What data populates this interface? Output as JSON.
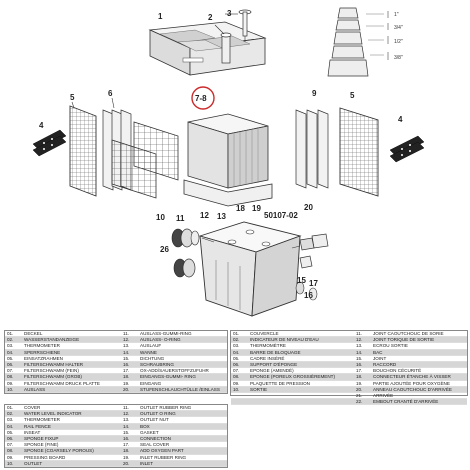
{
  "callouts": {
    "c1": "1",
    "c2": "2",
    "c3": "3",
    "c4a": "4",
    "c4b": "4",
    "c5a": "5",
    "c5b": "5",
    "c6": "6",
    "c78": "7-8",
    "c9": "9",
    "c10": "10",
    "c11": "11",
    "c12": "12",
    "c13": "13",
    "c15": "15",
    "c16": "16",
    "c17": "17",
    "c18": "18",
    "c19": "19",
    "c20": "20",
    "c26": "26",
    "model": "50107-02"
  },
  "fittings": {
    "f1": "1\"",
    "f2": "3/4\"",
    "f3": "1/2\"",
    "f4": "3/8\""
  },
  "colors": {
    "highlight": "#cc2b2b",
    "line": "#333333",
    "fill_light": "#eeeeee",
    "stripe": "#d6d6d6"
  },
  "table_german": {
    "left": [
      [
        "01.",
        "DECKEL"
      ],
      [
        "02.",
        "WASSERSTANDANZEIGE"
      ],
      [
        "03.",
        "THERMOMETER"
      ],
      [
        "04.",
        "SPERRSCHIENE"
      ],
      [
        "05.",
        "EINSATZRAHMEN"
      ],
      [
        "06.",
        "FILTERSCHWAMM HALTER"
      ],
      [
        "07.",
        "FILTERSCHWAMM (FEIN)"
      ],
      [
        "08.",
        "FILTERSCHWAMM (GROB)"
      ],
      [
        "09.",
        "FILTERSCHWAMM DRUCK PLATTE"
      ],
      [
        "10.",
        "AUSLASS"
      ]
    ],
    "right": [
      [
        "11.",
        "AUSLASS-GUMMI-RING"
      ],
      [
        "12.",
        "AUSLASS- O-RING"
      ],
      [
        "13.",
        "AUSLAUF"
      ],
      [
        "14.",
        "WANNE"
      ],
      [
        "15.",
        "DICHTUNG"
      ],
      [
        "16.",
        "SCHRAUBRING"
      ],
      [
        "17.",
        "OX-ADD/SAUERSTOFFZUFUHR"
      ],
      [
        "18.",
        "EINGANGS-GUMMI- RING"
      ],
      [
        "19.",
        "EINGANG"
      ],
      [
        "20.",
        "STUFENSCHLAUCHTÜLLE /EINLASS"
      ]
    ]
  },
  "table_french": {
    "left": [
      [
        "01.",
        "COUVERCLE"
      ],
      [
        "02.",
        "INDICATEUR DE NIVEAU D'EAU"
      ],
      [
        "03.",
        "THERMOMÈTRE"
      ],
      [
        "04.",
        "BARRE DE BLOQUAGE"
      ],
      [
        "05.",
        "CADRE INSÉRÉ"
      ],
      [
        "06.",
        "SUPPORT D'ÉPONGE"
      ],
      [
        "07.",
        "EPONGE (AMENDÉ)"
      ],
      [
        "08.",
        "EPONGE (POREUX GROSSIÈREMENT)"
      ],
      [
        "09.",
        "PLAQUETTE DE PRESSION"
      ],
      [
        "10.",
        "SORTIE"
      ]
    ],
    "right": [
      [
        "11.",
        "JOINT CAOUTCHOUC DE SORIE"
      ],
      [
        "12.",
        "JOINT TORIQUE DE SORTIE"
      ],
      [
        "13.",
        "ECROU SORTIE"
      ],
      [
        "14.",
        "BAC"
      ],
      [
        "15.",
        "JOINT"
      ],
      [
        "16.",
        "RACCORD"
      ],
      [
        "17.",
        "BOUCHON CÉCURITÉ"
      ],
      [
        "18.",
        "CONNECTEUR ÉTANCHE À VISSER"
      ],
      [
        "19.",
        "PARTIE AJOUTÉE POUR OXYGÈNE"
      ],
      [
        "20.",
        "ANNEAU CAOUTCHOUC D'ARRIVÉE"
      ],
      [
        "21.",
        "ARRIVÉE"
      ],
      [
        "22.",
        "EMBOUT CRANTÉ D'ARRIVÉE"
      ]
    ]
  },
  "table_english": {
    "left": [
      [
        "01.",
        "COVER"
      ],
      [
        "02.",
        "WATER LEVEL INDICATOR"
      ],
      [
        "03.",
        "THERMOMETER"
      ],
      [
        "04.",
        "RAIL FENCE"
      ],
      [
        "05.",
        "INSEAT"
      ],
      [
        "06.",
        "SPONGE FIXUP"
      ],
      [
        "07.",
        "SPONGE (FINE)"
      ],
      [
        "08.",
        "SPONGE (COARSELY POROUS)"
      ],
      [
        "09.",
        "PRESSING BOARD"
      ],
      [
        "10.",
        "OUTLET"
      ]
    ],
    "right": [
      [
        "11.",
        "OUTLET RUBBER RING"
      ],
      [
        "12.",
        "OUTLET O RING"
      ],
      [
        "13.",
        "OUTLET NUT"
      ],
      [
        "14.",
        "BOX"
      ],
      [
        "15.",
        "GASKET"
      ],
      [
        "16.",
        "CONNECTION"
      ],
      [
        "17.",
        "SEAL COVER"
      ],
      [
        "18.",
        "ADD OXYGEN PART"
      ],
      [
        "19.",
        "INLET RUBBER RING"
      ],
      [
        "20.",
        "INLET"
      ]
    ]
  }
}
